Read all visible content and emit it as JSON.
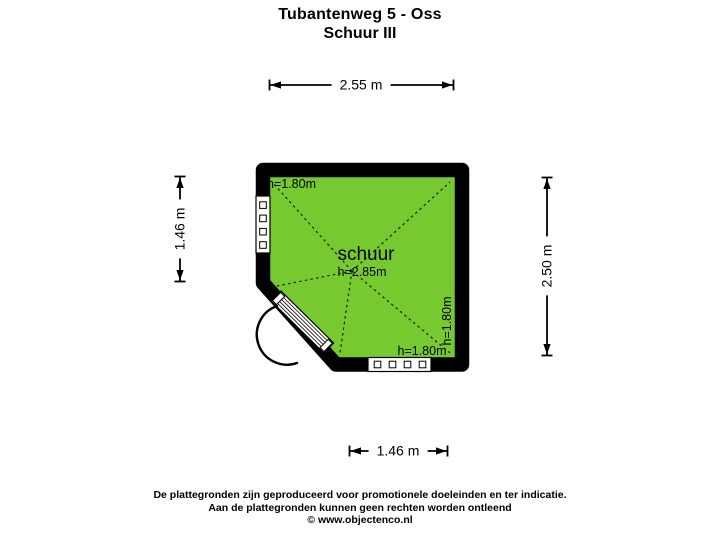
{
  "header": {
    "title": "Tubantenweg 5 - Oss",
    "subtitle": "Schuur III"
  },
  "plan": {
    "room_label": "schuur",
    "center_height": "h=2.85m",
    "height_top_left": "h=1.80m",
    "height_right": "h=1.80m",
    "height_bottom": "h=1.80m",
    "floor_color": "#76ca30",
    "wall_color": "#000000"
  },
  "dimensions": {
    "top": "2.55 m",
    "left": "1.46 m",
    "right": "2.50 m",
    "bottom": "1.46 m"
  },
  "footer": {
    "line1": "De plattegronden zijn geproduceerd voor promotionele doeleinden en ter indicatie.",
    "line2": "Aan de plattegronden kunnen geen rechten worden ontleend",
    "line3": "© www.objectenco.nl"
  }
}
